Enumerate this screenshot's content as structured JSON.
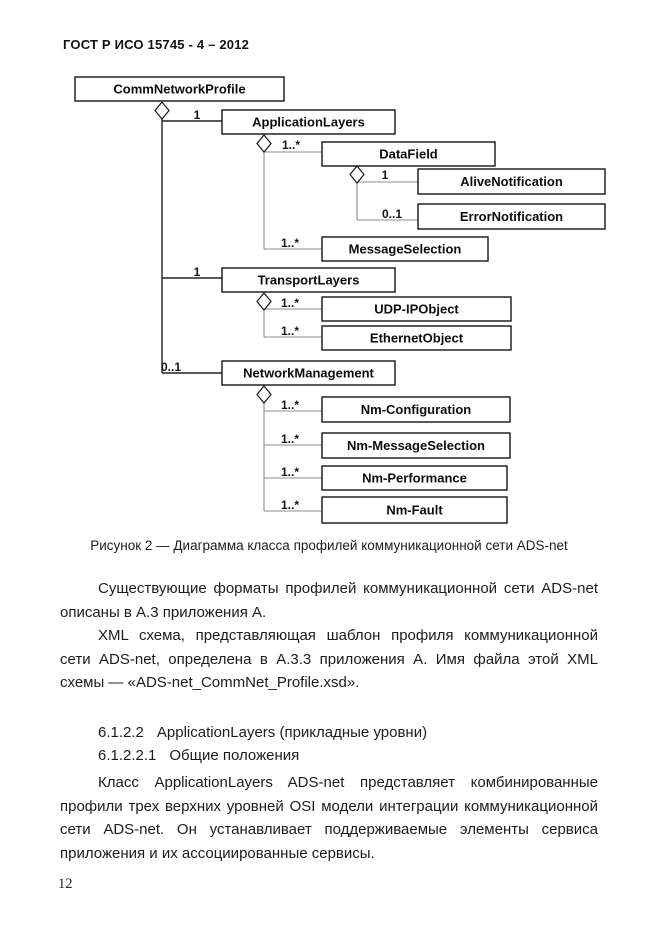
{
  "page": {
    "header": "ГОСТ Р ИСО 15745 - 4 – 2012",
    "page_number": "12"
  },
  "diagram": {
    "caption": "Рисунок 2 — Диаграмма класса профилей коммуникационной сети ADS-net",
    "classes": {
      "root": "CommNetworkProfile",
      "application_layers": "ApplicationLayers",
      "data_field": "DataField",
      "alive_notification": "AliveNotification",
      "error_notification": "ErrorNotification",
      "message_selection": "MessageSelection",
      "transport_layers": "TransportLayers",
      "udp_ip_object": "UDP-IPObject",
      "ethernet_object": "EthernetObject",
      "network_management": "NetworkManagement",
      "nm_configuration": "Nm-Configuration",
      "nm_message_selection": "Nm-MessageSelection",
      "nm_performance": "Nm-Performance",
      "nm_fault": "Nm-Fault"
    },
    "multiplicities": {
      "application_layers": "1",
      "data_field": "1..*",
      "alive_notification": "1",
      "error_notification": "0..1",
      "message_selection": "1..*",
      "transport_layers": "1",
      "udp_ip_object": "1..*",
      "ethernet_object": "1..*",
      "network_management": "0..1",
      "nm_configuration": "1..*",
      "nm_message_selection": "1..*",
      "nm_performance": "1..*",
      "nm_fault": "1..*"
    }
  },
  "content": {
    "para1": "Существующие форматы профилей коммуникационной сети ADS-net описаны в А.3 приложения А.",
    "para2": "XML схема, представляющая шаблон профиля коммуникационной сети ADS-net, определена в А.3.3 приложения А. Имя файла этой XML схемы — «ADS-net_CommNet_Profile.xsd».",
    "heading1_number": "6.1.2.2",
    "heading1_title": "ApplicationLayers (прикладные уровни)",
    "heading2_number": "6.1.2.2.1",
    "heading2_title": "Общие положения",
    "para3": "Класс ApplicationLayers ADS-net представляет комбинированные профили трех верхних уровней OSI модели интеграции коммуникационной сети ADS-net. Он устанавливает поддерживаемые элементы сервиса приложения и их ассоциированные сервисы."
  }
}
